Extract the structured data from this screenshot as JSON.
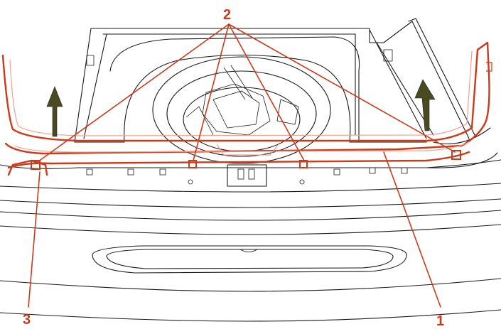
{
  "callouts": [
    {
      "id": "1",
      "text": "1"
    },
    {
      "id": "2",
      "text": "2"
    },
    {
      "id": "3",
      "text": "3"
    }
  ],
  "colors": {
    "accent": "#cc3a1a",
    "accent_light": "#f0a090",
    "arrow": "#4a4a20",
    "ink": "#1a1a1a",
    "background": "#ffffff"
  }
}
